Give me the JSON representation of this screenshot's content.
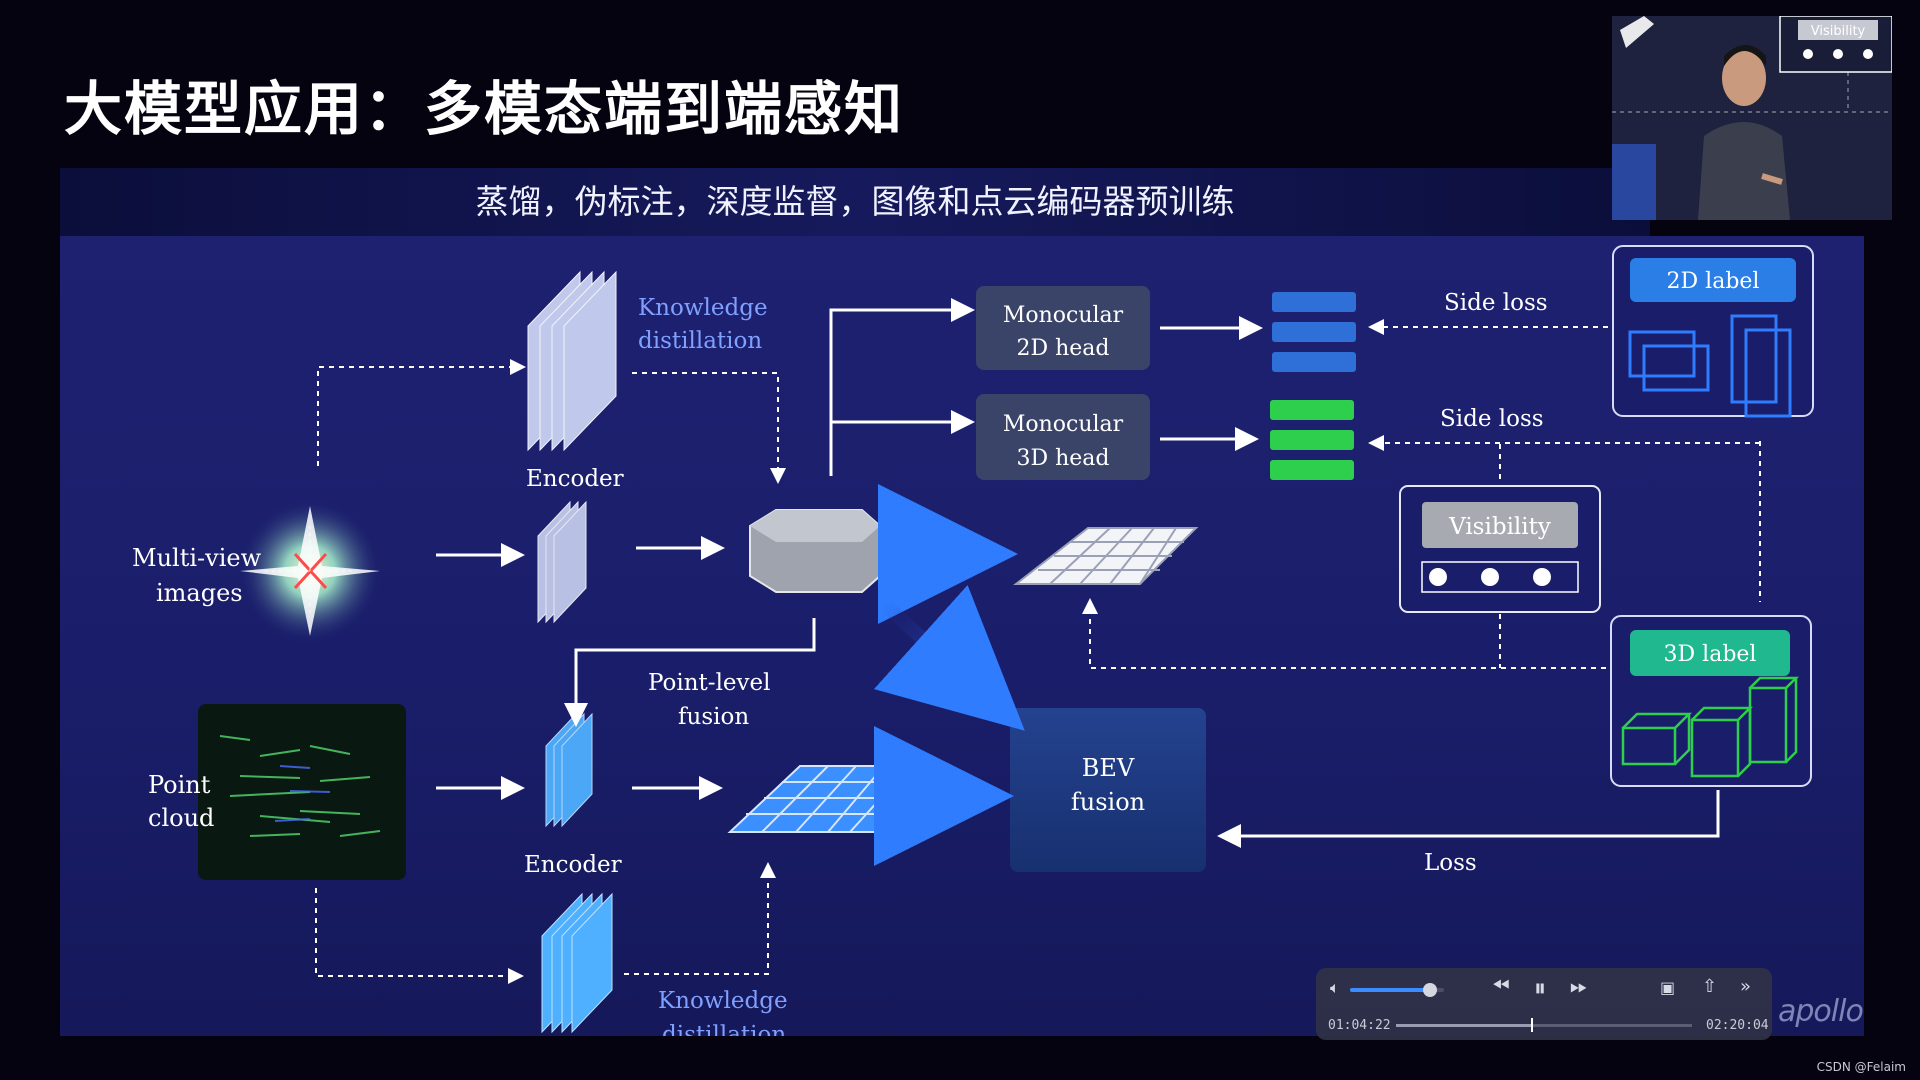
{
  "slide": {
    "title": "大模型应用：多模态端到端感知",
    "subtitle": "蒸馏，伪标注，深度监督，图像和点云编码器预训练"
  },
  "diagram": {
    "multiview_label_1": "Multi-view",
    "multiview_label_2": "images",
    "pointcloud_label_1": "Point",
    "pointcloud_label_2": "cloud",
    "kd_top_1": "Knowledge",
    "kd_top_2": "distillation",
    "kd_bottom_1": "Knowledge",
    "kd_bottom_2": "distillation",
    "encoder_top": "Encoder",
    "encoder_bottom": "Encoder",
    "mono2d_1": "Monocular",
    "mono2d_2": "2D head",
    "mono3d_1": "Monocular",
    "mono3d_2": "3D head",
    "side_loss_1": "Side loss",
    "side_loss_2": "Side loss",
    "label_2d": "2D label",
    "label_3d": "3D label",
    "visibility": "Visibility",
    "point_fusion_1": "Point-level",
    "point_fusion_2": "fusion",
    "bev_1": "BEV",
    "bev_2": "fusion",
    "loss": "Loss",
    "colors": {
      "blue_bar": "#2f6fd8",
      "green_bar": "#2fcf4e",
      "label_2d_bg": "#2a7ee6",
      "label_3d_bg": "#20b98f",
      "bev_box": "#1f3a86"
    }
  },
  "webcam": {
    "visible_text": "Visibility"
  },
  "player": {
    "current_time": "01:04:22",
    "total_time": "02:20:04",
    "volume_level": 0.85,
    "progress": 0.46
  },
  "brand": {
    "logo_text": "apollo"
  },
  "watermark": "CSDN @Felaim"
}
